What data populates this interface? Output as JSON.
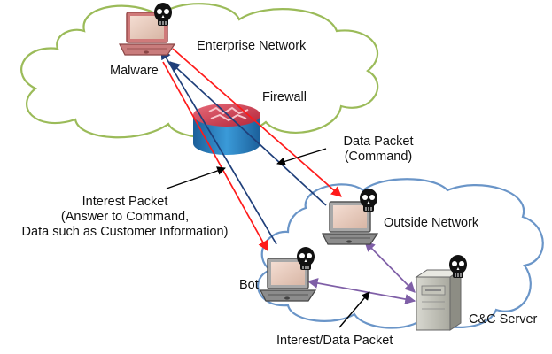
{
  "labels": {
    "enterprise_network": "Enterprise Network",
    "malware": "Malware",
    "firewall": "Firewall",
    "data_packet_line1": "Data Packet",
    "data_packet_line2": "(Command)",
    "interest_packet_line1": "Interest Packet",
    "interest_packet_line2": "(Answer to Command,",
    "interest_packet_line3": "Data such as Customer Information)",
    "outside_network": "Outside Network",
    "bot": "Bot",
    "cc_server": "C&C Server",
    "interest_data_packet": "Interest/Data Packet"
  },
  "colors": {
    "cloud_stroke": "#9bbb59",
    "interest_arrow": "#ff1a1a",
    "data_arrow": "#1f3f7a",
    "cc_link": "#7f5fa7",
    "firewall_top": "#d0485a",
    "firewall_body": "#2f86c4"
  },
  "icons": [
    "skull-icon",
    "laptop-icon",
    "server-icon",
    "firewall-icon",
    "cloud-icon"
  ]
}
